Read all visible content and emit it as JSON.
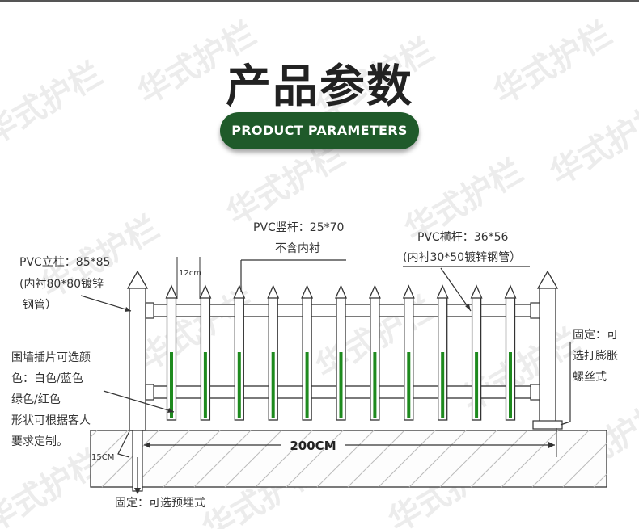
{
  "title": "产品参数",
  "subtitle": "PRODUCT PARAMETERS",
  "watermark": "华式护栏",
  "colors": {
    "accent": "#1f5a2a",
    "green_fill": "#1e8a1e",
    "line": "#333333"
  },
  "labels": {
    "post_line1": "PVC立柱：85*85",
    "post_line2": "(内衬80*80镀锌",
    "post_line3": "钢管）",
    "picket_line1": "PVC竖杆：25*70",
    "picket_line2": "不含内衬",
    "rail_line1": "PVC横杆：36*56",
    "rail_line2": "(内衬30*50镀锌钢管）",
    "fix_right_line1": "固定：可",
    "fix_right_line2": "选打膨胀",
    "fix_right_line3": "螺丝式",
    "color_line1": "围墙插片可选颜",
    "color_line2": "色：白色/蓝色",
    "color_line3": "绿色/红色",
    "color_line4": "形状可根据客人",
    "color_line5": "要求定制。",
    "dim_12cm": "12cm",
    "dim_15cm": "15CM",
    "dim_200cm": "200CM",
    "fix_bottom": "固定：可选预埋式"
  }
}
